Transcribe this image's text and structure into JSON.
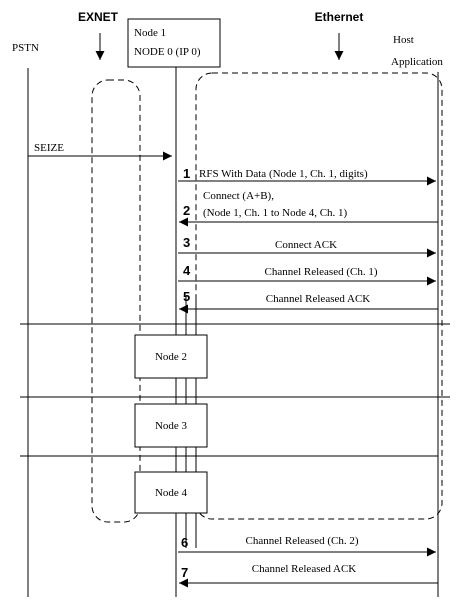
{
  "headers": {
    "exnet": "EXNET",
    "ethernet": "Ethernet",
    "pstn": "PSTN",
    "host_line1": "Host",
    "host_line2": "Application"
  },
  "node1": {
    "line1": "Node 1",
    "line2": "NODE 0 (IP 0)"
  },
  "nodes": [
    "Node 2",
    "Node 3",
    "Node 4"
  ],
  "seize": "SEIZE",
  "messages": [
    {
      "num": "1",
      "lines": [
        "RFS With Data (Node 1, Ch. 1, digits)"
      ],
      "dir": "right"
    },
    {
      "num": "2",
      "lines": [
        "Connect (A+B),",
        "(Node 1, Ch. 1 to Node 4, Ch. 1)"
      ],
      "dir": "left"
    },
    {
      "num": "3",
      "lines": [
        "Connect ACK"
      ],
      "dir": "right"
    },
    {
      "num": "4",
      "lines": [
        "Channel Released (Ch. 1)"
      ],
      "dir": "right"
    },
    {
      "num": "5",
      "lines": [
        "Channel Released ACK"
      ],
      "dir": "left"
    },
    {
      "num": "6",
      "lines": [
        "Channel Released (Ch. 2)"
      ],
      "dir": "right"
    },
    {
      "num": "7",
      "lines": [
        "Channel Released ACK"
      ],
      "dir": "left"
    }
  ]
}
